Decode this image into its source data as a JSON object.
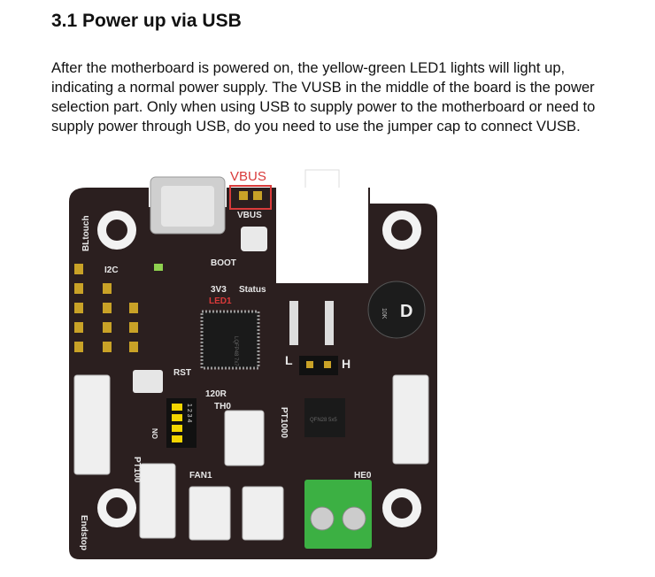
{
  "section": {
    "title": "3.1 Power up via USB",
    "paragraph": "After the motherboard is powered on, the yellow-green LED1 lights will light up, indicating a normal power supply. The VUSB in the middle of the board is the power selection part. Only when using USB to supply power to the motherboard or need to supply power through USB, do you need to use the jumper cap to connect VUSB."
  },
  "figure": {
    "callout_label": "VBUS",
    "callout_color": "#d93a3a",
    "board_labels": {
      "vbus": "VBUS",
      "bltouch": "BLtouch",
      "i2c": "I2C",
      "boot": "BOOT",
      "v3": "3V3",
      "status": "Status",
      "led1": "LED1",
      "rst": "RST",
      "r120": "120R",
      "th0": "TH0",
      "pt1000": "PT1000",
      "pt100": "PT100",
      "fan1": "FAN1",
      "he0": "HE0",
      "endstop": "Endstop",
      "l": "L",
      "h": "H",
      "on": "ON",
      "dip_numbers": "1 2 3 4",
      "mcu_text": "LQFP48 7x7",
      "driver_text": "QFN28 5x5",
      "cap_letter": "D",
      "cap_text": "10K"
    },
    "colors": {
      "pcb": "#2b1f1f",
      "terminal": "#3cb043",
      "gold": "#c9a227"
    }
  }
}
